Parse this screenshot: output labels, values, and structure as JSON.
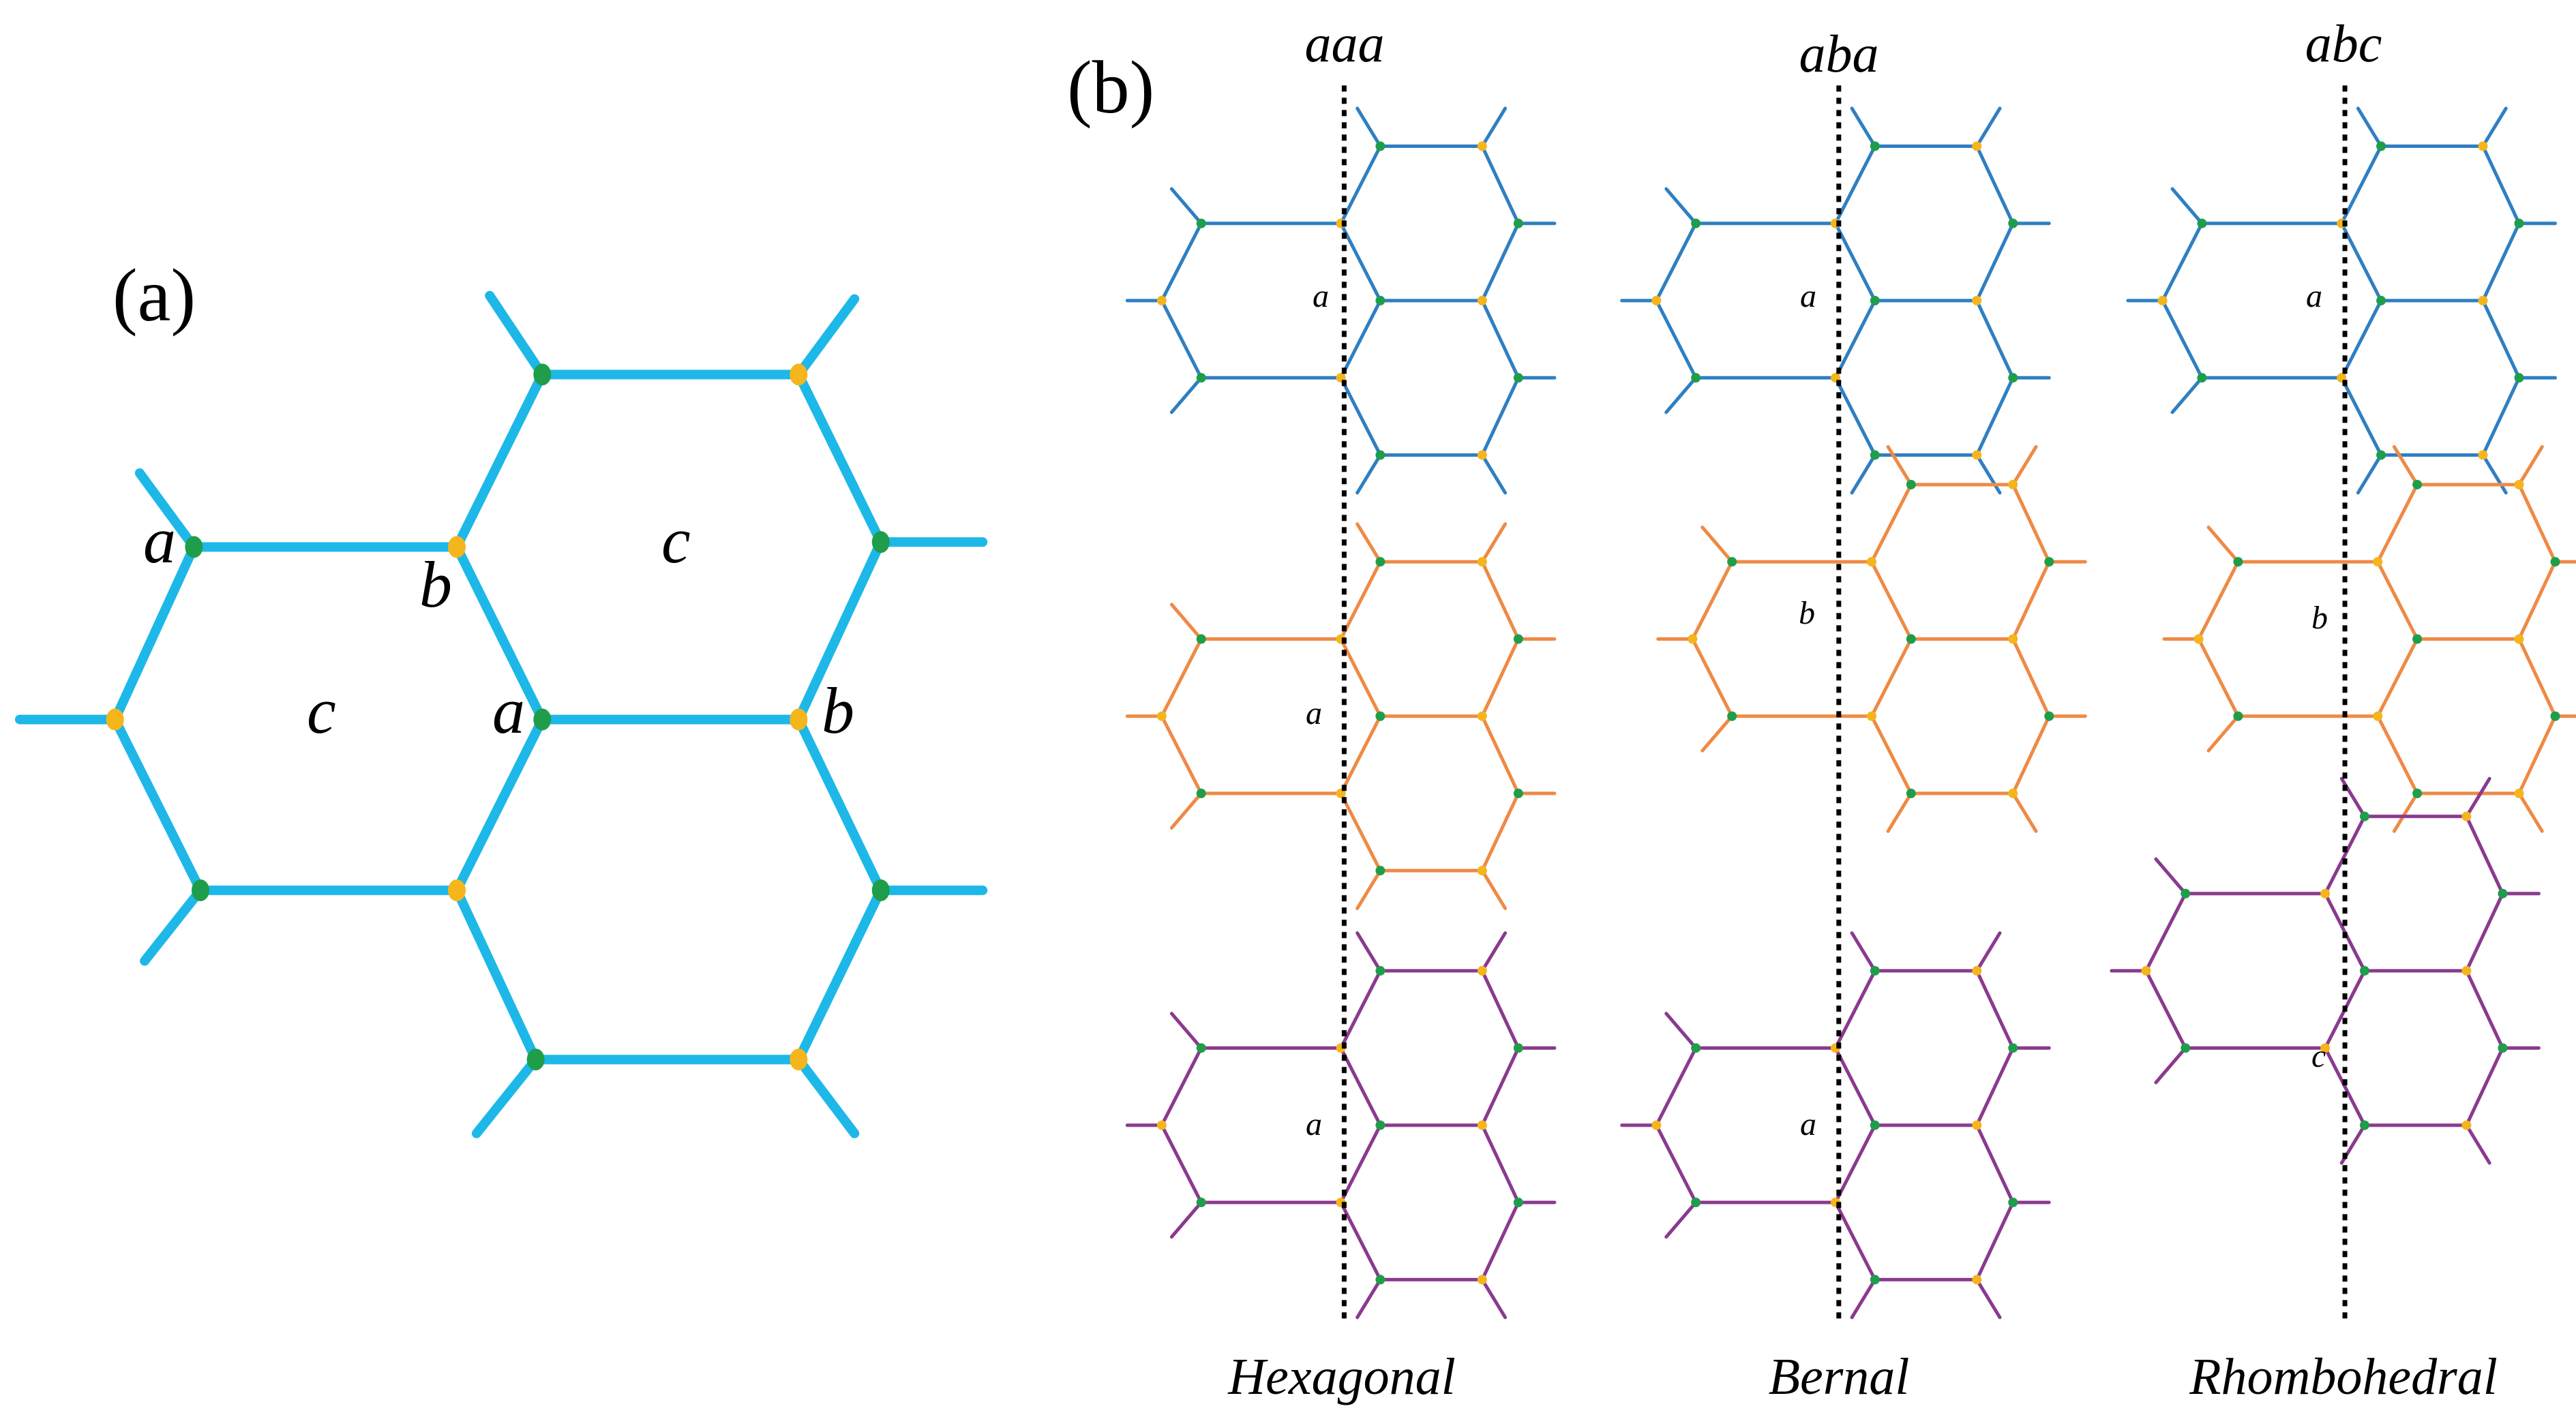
{
  "panel_a": {
    "label": "(a)",
    "site_labels": [
      "a",
      "b",
      "c",
      "c",
      "a",
      "b"
    ],
    "colors": {
      "bond": "#1db8e8",
      "site_a": "#1e9e4a",
      "site_b": "#f5b51c"
    }
  },
  "panel_b": {
    "label": "(b)",
    "columns": [
      {
        "title": "aaa",
        "name": "Hexagonal",
        "layer_labels": [
          "a",
          "a",
          "a"
        ]
      },
      {
        "title": "aba",
        "name": "Bernal",
        "layer_labels": [
          "a",
          "b",
          "a"
        ]
      },
      {
        "title": "abc",
        "name": "Rhombohedral",
        "layer_labels": [
          "a",
          "b",
          "c"
        ]
      }
    ],
    "layer_colors": [
      "#2f7fc1",
      "#ee8a45",
      "#8a3a8e"
    ],
    "axis_color": "#000000"
  }
}
